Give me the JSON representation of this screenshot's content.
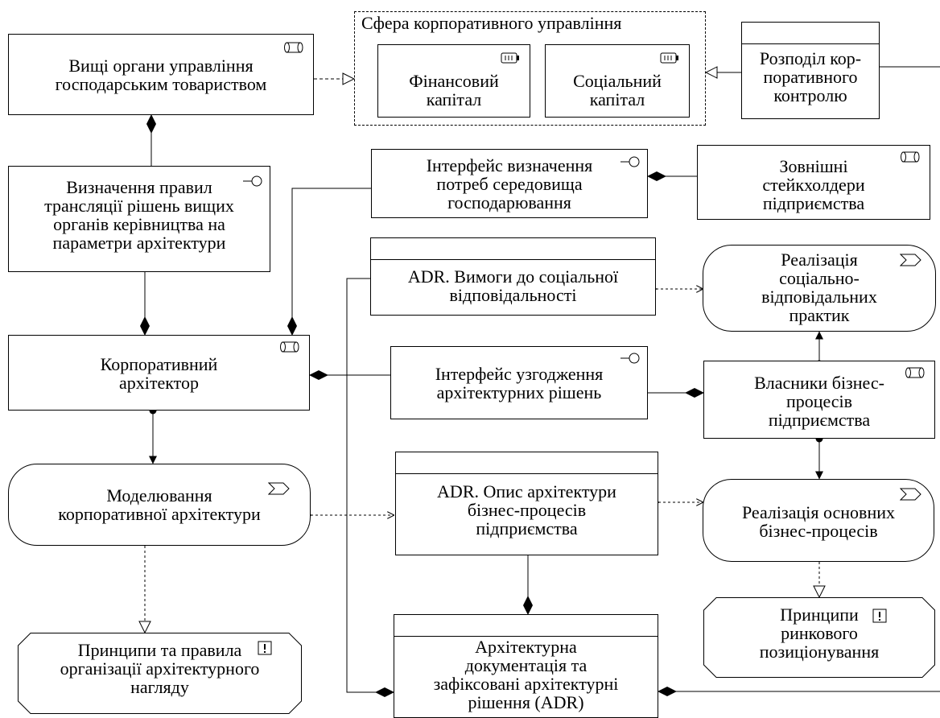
{
  "diagram": {
    "group_corporate_governance": {
      "title": "Сфера корпоративного управління"
    },
    "nodes": {
      "governing_bodies": [
        "Вищі органи управління",
        "господарським товариством"
      ],
      "financial_capital": [
        "Фінансовий",
        "капітал"
      ],
      "social_capital": [
        "Соціальний",
        "капітал"
      ],
      "control_distribution": [
        "Розподіл кор-",
        "поративного",
        "контролю"
      ],
      "rules_definition": [
        "Визначення правил",
        "трансляції рішень вищих",
        "органів керівництва на",
        "параметри архітектури"
      ],
      "needs_interface": [
        "Інтерфейс визначення",
        "потреб середовища",
        "господарювання"
      ],
      "external_stakeholders": [
        "Зовнішні",
        "стейкхолдери",
        "підприємства"
      ],
      "adr_social": [
        "ADR. Вимоги до соціальної",
        "відповідальності"
      ],
      "social_practices": [
        "Реалізація",
        "соціально-",
        "відповідальних",
        "практик"
      ],
      "corporate_architect": [
        "Корпоративний",
        "архітектор"
      ],
      "coordination_interface": [
        "Інтерфейс узгодження",
        "архітектурних рішень"
      ],
      "process_owners": [
        "Власники бізнес-",
        "процесів",
        "підприємства"
      ],
      "modeling": [
        "Моделювання",
        "корпоративної архітектури"
      ],
      "adr_processes": [
        "ADR. Опис архітектури",
        "бізнес-процесів",
        "підприємства"
      ],
      "core_processes": [
        "Реалізація основних",
        "бізнес-процесів"
      ],
      "market_principles": [
        "Принципи",
        "ринкового",
        "позиціонування"
      ],
      "oversight_principles": [
        "Принципи та правила",
        "організації архітектурного",
        "нагляду"
      ],
      "arch_documentation": [
        "Архітектурна",
        "документація та",
        "зафіксовані архітектурні",
        "рішення (ADR)"
      ]
    },
    "icons": {
      "actor": "actor-cylinder-icon",
      "resource": "resource-battery-icon",
      "interface": "interface-lollipop-icon",
      "process": "process-chevron-icon",
      "principle": "principle-exclamation-icon"
    },
    "colors": {
      "line": "#000000",
      "fill": "#ffffff"
    }
  }
}
